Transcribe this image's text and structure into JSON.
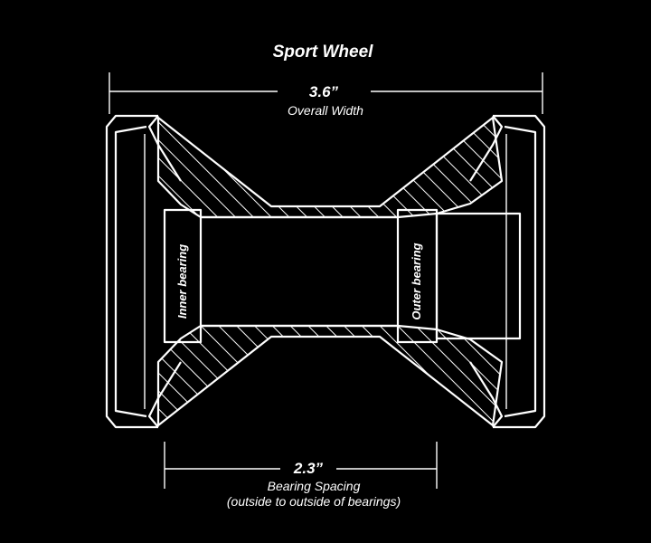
{
  "title": "Sport Wheel",
  "overall_width": {
    "value": "3.6”",
    "label": "Overall Width"
  },
  "bearing_spacing": {
    "value": "2.3”",
    "label": "Bearing Spacing",
    "note": "(outside to outside of bearings)"
  },
  "bearings": {
    "inner": "Inner bearing",
    "outer": "Outer bearing"
  },
  "colors": {
    "background": "#000000",
    "line": "#ffffff"
  }
}
